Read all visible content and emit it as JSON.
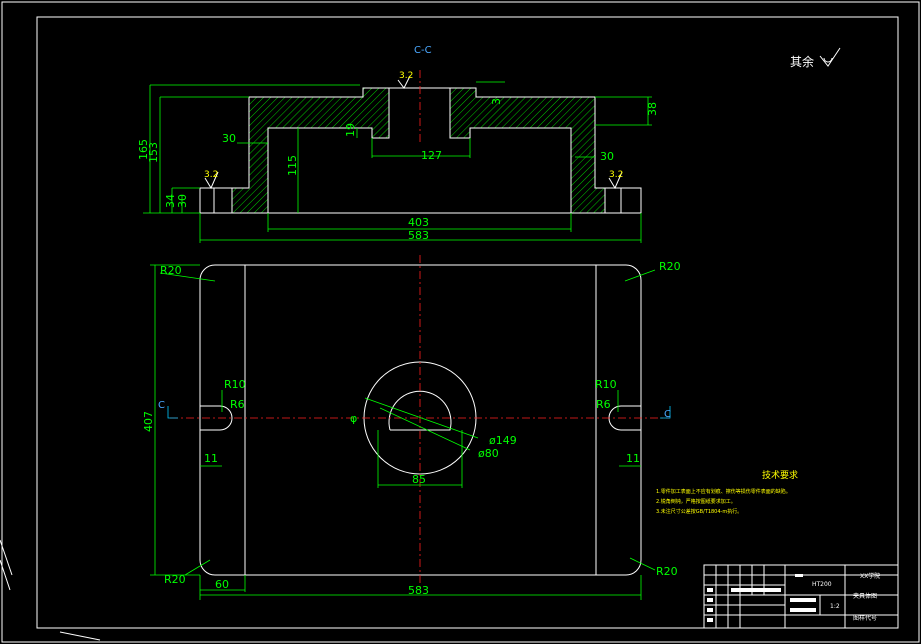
{
  "section_label": "C-C",
  "roughness_note": "其余",
  "roughness_value": "3.2",
  "section_dims": {
    "overall_height": "165",
    "inner_height": "153",
    "wall_left": "30",
    "wall_right": "30",
    "pocket_depth": "115",
    "bore_step": "19",
    "bore_width": "127",
    "top_thickness": "38",
    "recess": "3",
    "flange_height": "34",
    "flange_inner": "30",
    "inner_width": "403",
    "overall_width": "583"
  },
  "plan_dims": {
    "corner_tl": "R20",
    "corner_tr": "R20",
    "corner_bl": "R20",
    "corner_br": "R20",
    "slot_r_left": "R10",
    "slot_r_right": "R10",
    "slot_r6_left": "R6",
    "slot_r6_right": "R6",
    "slot_w_left": "11",
    "slot_w_right": "11",
    "height": "407",
    "hole_outer": "ø149",
    "hole_inner": "ø80",
    "key_width": "85",
    "edge_60": "60",
    "width": "583",
    "section_marker_left": "C",
    "section_marker_right": "C",
    "phi": "φ"
  },
  "tech_req": {
    "title": "技术要求",
    "items": [
      "1.零件加工表面上不应有划痕、擦伤等损伤零件表面的缺陷。",
      "2.锐角倒钝，严格按图纸要求加工。",
      "3.未注尺寸公差按GB/T1804-m执行。"
    ]
  },
  "title_block": {
    "material": "HT200",
    "company": "XX学院",
    "drawing_name": "夹具体图",
    "drawing_code": "图样代号",
    "scale": "1:2"
  }
}
